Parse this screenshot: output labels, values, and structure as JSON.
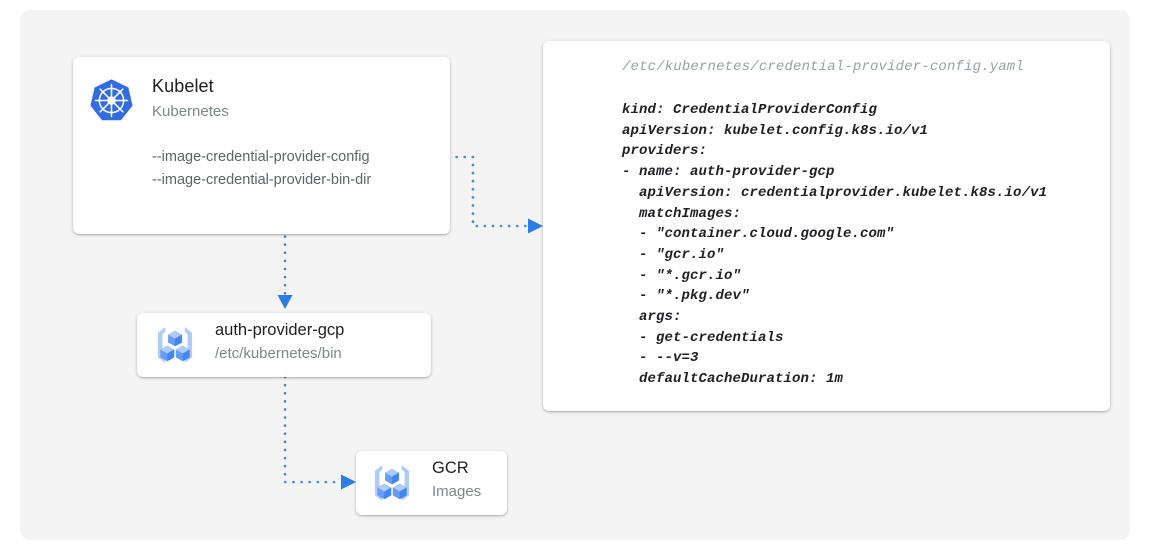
{
  "canvas": {
    "background_color": "#f4f4f4",
    "page_background_color": "#ffffff"
  },
  "colors": {
    "accent_blue": "#4285f4",
    "arrow_blue": "#2b7de9",
    "kubernetes_blue": "#326ce5",
    "title_text": "#202124",
    "subtitle_text": "#80868b",
    "body_text": "#5f6368",
    "filename_text": "#9aa0a6"
  },
  "kubelet_card": {
    "icon": "kubernetes-helm-wheel-icon",
    "title": "Kubelet",
    "subtitle": "Kubernetes",
    "flags": [
      "--image-credential-provider-config",
      "--image-credential-provider-bin-dir"
    ]
  },
  "auth_provider_card": {
    "icon": "gcp-container-registry-icon",
    "title": "auth-provider-gcp",
    "subtitle": "/etc/kubernetes/bin"
  },
  "gcr_card": {
    "icon": "gcp-container-registry-icon",
    "title": "GCR",
    "subtitle": "Images"
  },
  "yaml_panel": {
    "filename": "/etc/kubernetes/credential-provider-config.yaml",
    "lines": [
      "kind: CredentialProviderConfig",
      "apiVersion: kubelet.config.k8s.io/v1",
      "providers:",
      "- name: auth-provider-gcp",
      "  apiVersion: credentialprovider.kubelet.k8s.io/v1",
      "  matchImages:",
      "  - \"container.cloud.google.com\"",
      "  - \"gcr.io\"",
      "  - \"*.gcr.io\"",
      "  - \"*.pkg.dev\"",
      "  args:",
      "  - get-credentials",
      "  - --v=3",
      "  defaultCacheDuration: 1m"
    ]
  },
  "connectors": [
    {
      "name": "kubelet-config-to-yaml-panel",
      "from": "kubelet-config-flag",
      "to": "yaml-panel",
      "style": "dotted",
      "arrow": true
    },
    {
      "name": "kubelet-to-auth-provider",
      "from": "kubelet-card",
      "to": "auth-provider-card",
      "style": "dotted",
      "arrow": true
    },
    {
      "name": "auth-provider-to-gcr",
      "from": "auth-provider-card",
      "to": "gcr-card",
      "style": "dotted",
      "arrow": true
    }
  ]
}
